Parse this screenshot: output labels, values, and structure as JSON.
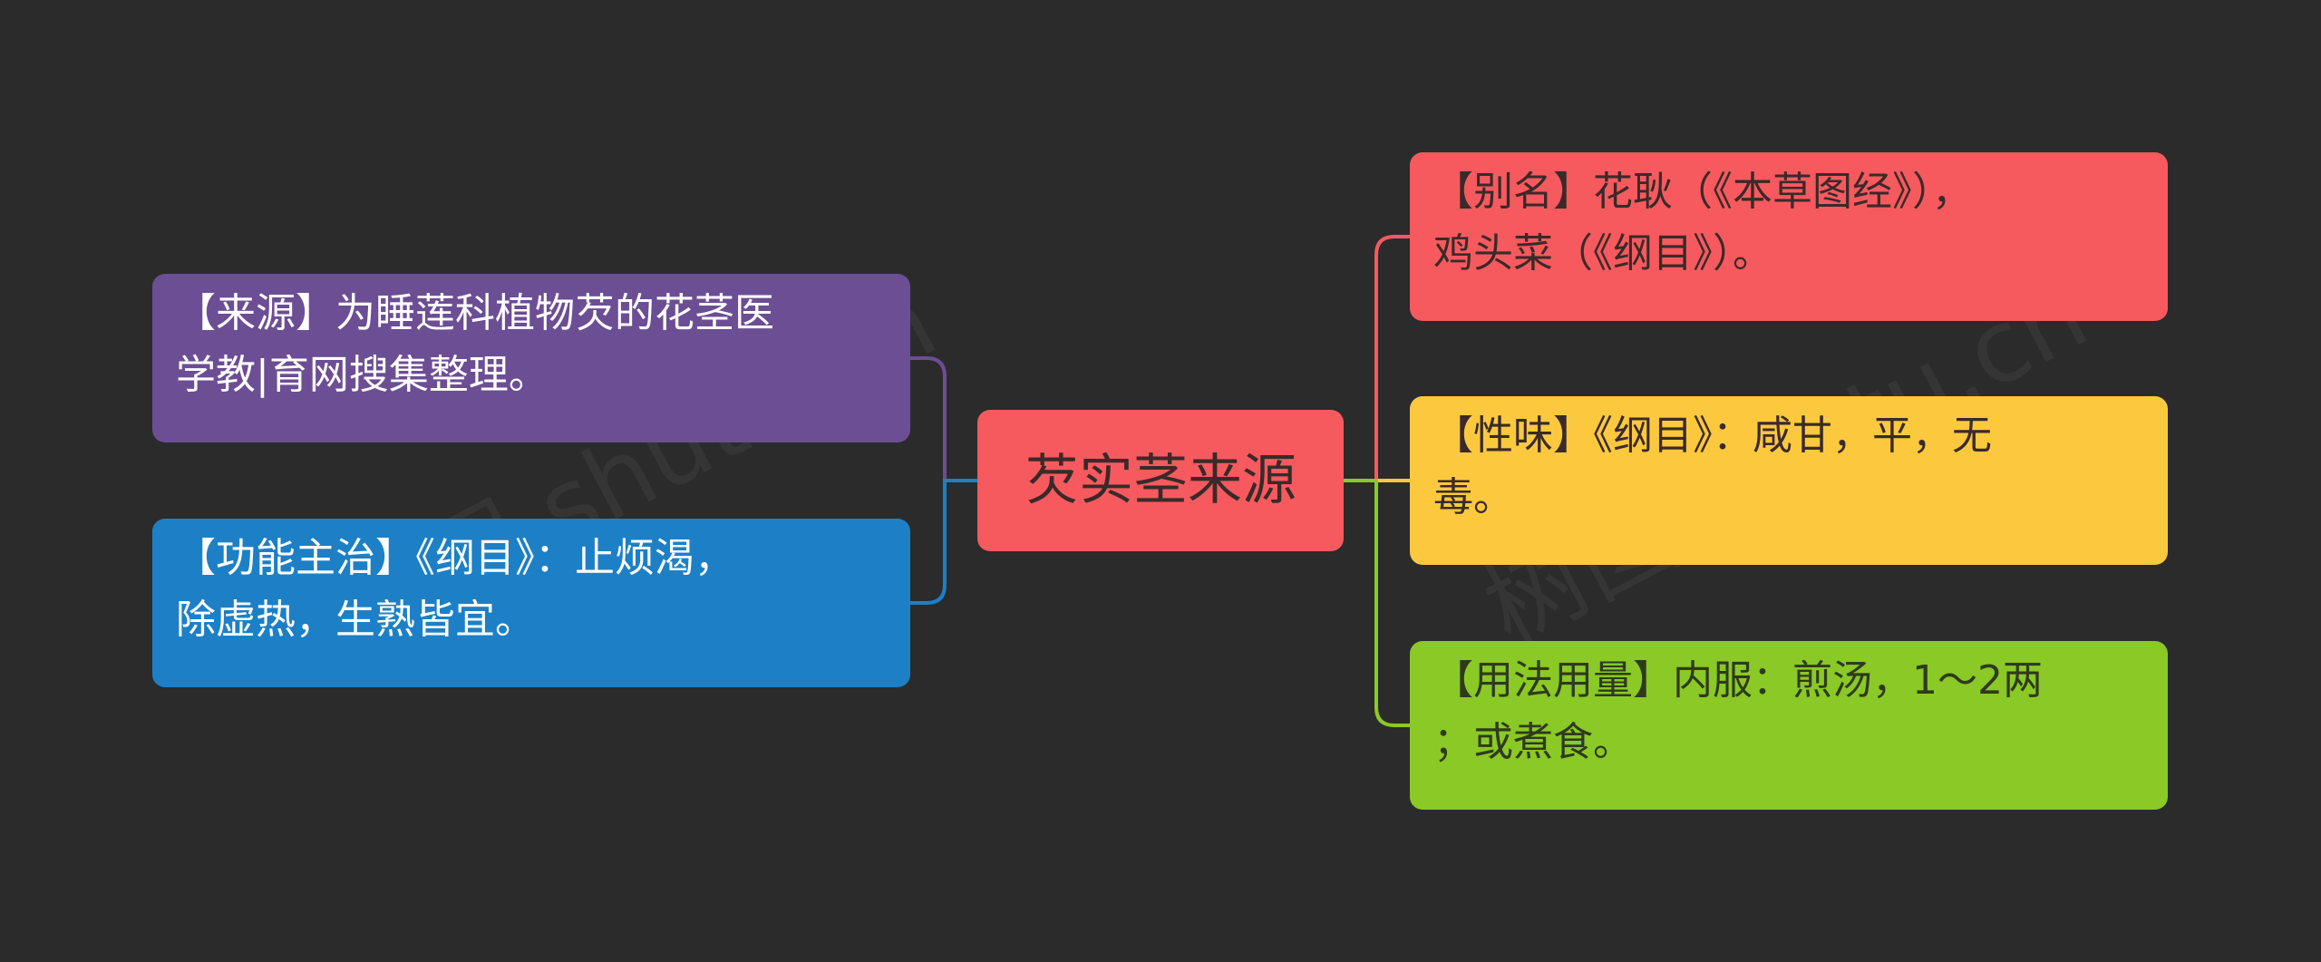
{
  "mindmap": {
    "center": {
      "text": "芡实茎来源",
      "color": "#f65a5e"
    },
    "left": [
      {
        "id": "source",
        "lines": [
          "【来源】为睡莲科植物芡的花茎医",
          "学教|育网搜集整理。"
        ],
        "color": "#6c4e94"
      },
      {
        "id": "function",
        "lines": [
          "【功能主治】《纲目》：止烦渴，",
          "除虚热，生熟皆宜。"
        ],
        "color": "#1d80c6"
      }
    ],
    "right": [
      {
        "id": "alias",
        "lines": [
          "【别名】花耿（《本草图经》），",
          "鸡头菜（《纲目》）。"
        ],
        "color": "#f65a5e"
      },
      {
        "id": "taste",
        "lines": [
          "【性味】《纲目》：咸甘，平，无",
          "毒。"
        ],
        "color": "#fcc93e"
      },
      {
        "id": "usage",
        "lines": [
          "【用法用量】内服：煎汤，1～2两",
          "；或煮食。"
        ],
        "color": "#8ac926"
      }
    ]
  },
  "watermark": "树图 shutu.cn"
}
